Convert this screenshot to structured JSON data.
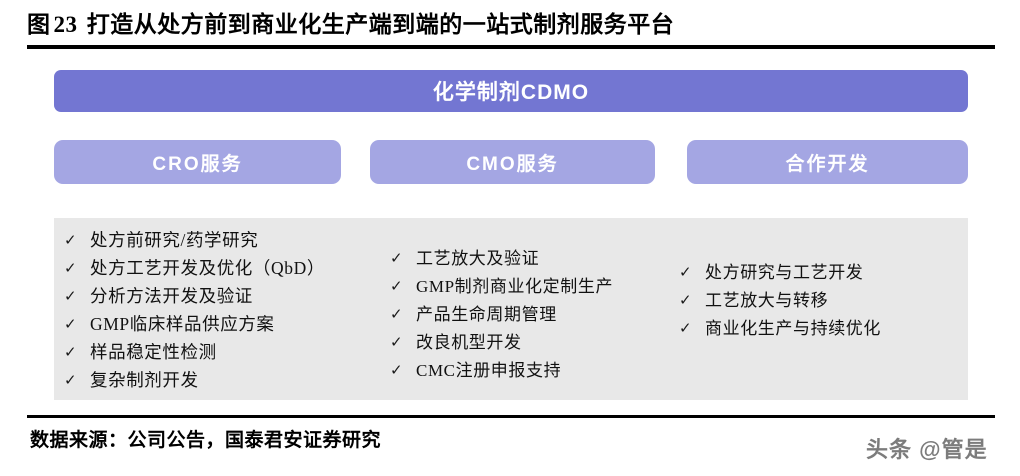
{
  "figure": {
    "label": "图",
    "number": "23",
    "title": "打造从处方前到商业化生产端到端的一站式制剂服务平台"
  },
  "banner": {
    "label": "化学制剂CDMO",
    "color": "#7376d2",
    "text_color": "#ffffff"
  },
  "services": [
    {
      "label": "CRO服务",
      "color": "#a4a6e3"
    },
    {
      "label": "CMO服务",
      "color": "#a4a6e3"
    },
    {
      "label": "合作开发",
      "color": "#a4a6e3"
    }
  ],
  "panel": {
    "background": "#e8e8e8",
    "check_glyph": "✓",
    "columns": [
      {
        "name": "cro-items",
        "items": [
          "处方前研究/药学研究",
          "处方工艺开发及优化（QbD）",
          "分析方法开发及验证",
          "GMP临床样品供应方案",
          "样品稳定性检测",
          "复杂制剂开发"
        ]
      },
      {
        "name": "cmo-items",
        "items": [
          "工艺放大及验证",
          "GMP制剂商业化定制生产",
          "产品生命周期管理",
          "改良机型开发",
          "CMC注册申报支持"
        ]
      },
      {
        "name": "coop-items",
        "items": [
          "处方研究与工艺开发",
          "工艺放大与转移",
          "商业化生产与持续优化"
        ]
      }
    ]
  },
  "footer": {
    "source": "数据来源：公司公告，国泰君安证券研究",
    "watermark": "头条 @管是"
  }
}
